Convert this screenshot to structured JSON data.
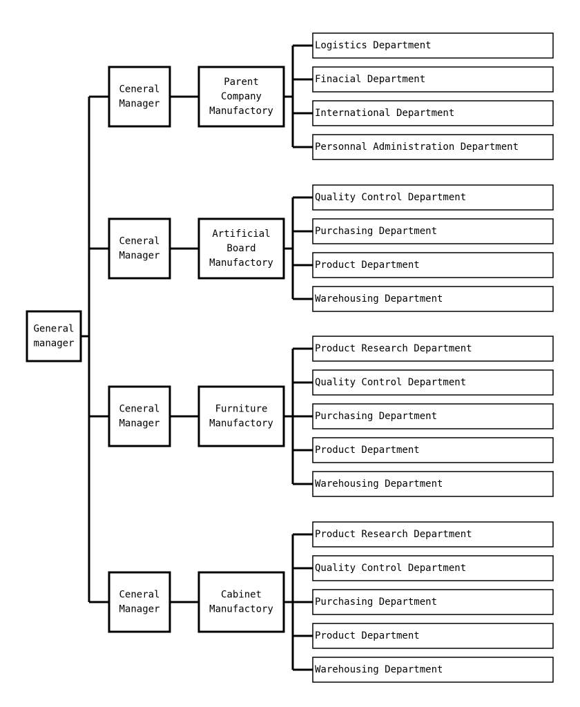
{
  "root": {
    "lines": [
      "General",
      "manager"
    ]
  },
  "branches": [
    {
      "manager": [
        "Ceneral",
        "Manager"
      ],
      "unit": [
        "Parent",
        "Company",
        "Manufactory"
      ],
      "departments": [
        "Logistics Department",
        "Finacial Department",
        "International Department",
        "Personnal Administration Department"
      ]
    },
    {
      "manager": [
        "Ceneral",
        "Manager"
      ],
      "unit": [
        "Artificial",
        "Board",
        "Manufactory"
      ],
      "departments": [
        "Quality Control Department",
        "Purchasing Department",
        "Product Department",
        "Warehousing Department"
      ]
    },
    {
      "manager": [
        "Ceneral",
        "Manager"
      ],
      "unit": [
        "Furniture",
        "Manufactory"
      ],
      "departments": [
        "Product Research Department",
        "Quality Control Department",
        "Purchasing Department",
        "Product Department",
        "Warehousing Department"
      ]
    },
    {
      "manager": [
        "Ceneral",
        "Manager"
      ],
      "unit": [
        "Cabinet",
        "Manufactory"
      ],
      "departments": [
        "Product Research Department",
        "Quality Control Department",
        "Purchasing Department",
        "Product Department",
        "Warehousing Department"
      ]
    }
  ]
}
